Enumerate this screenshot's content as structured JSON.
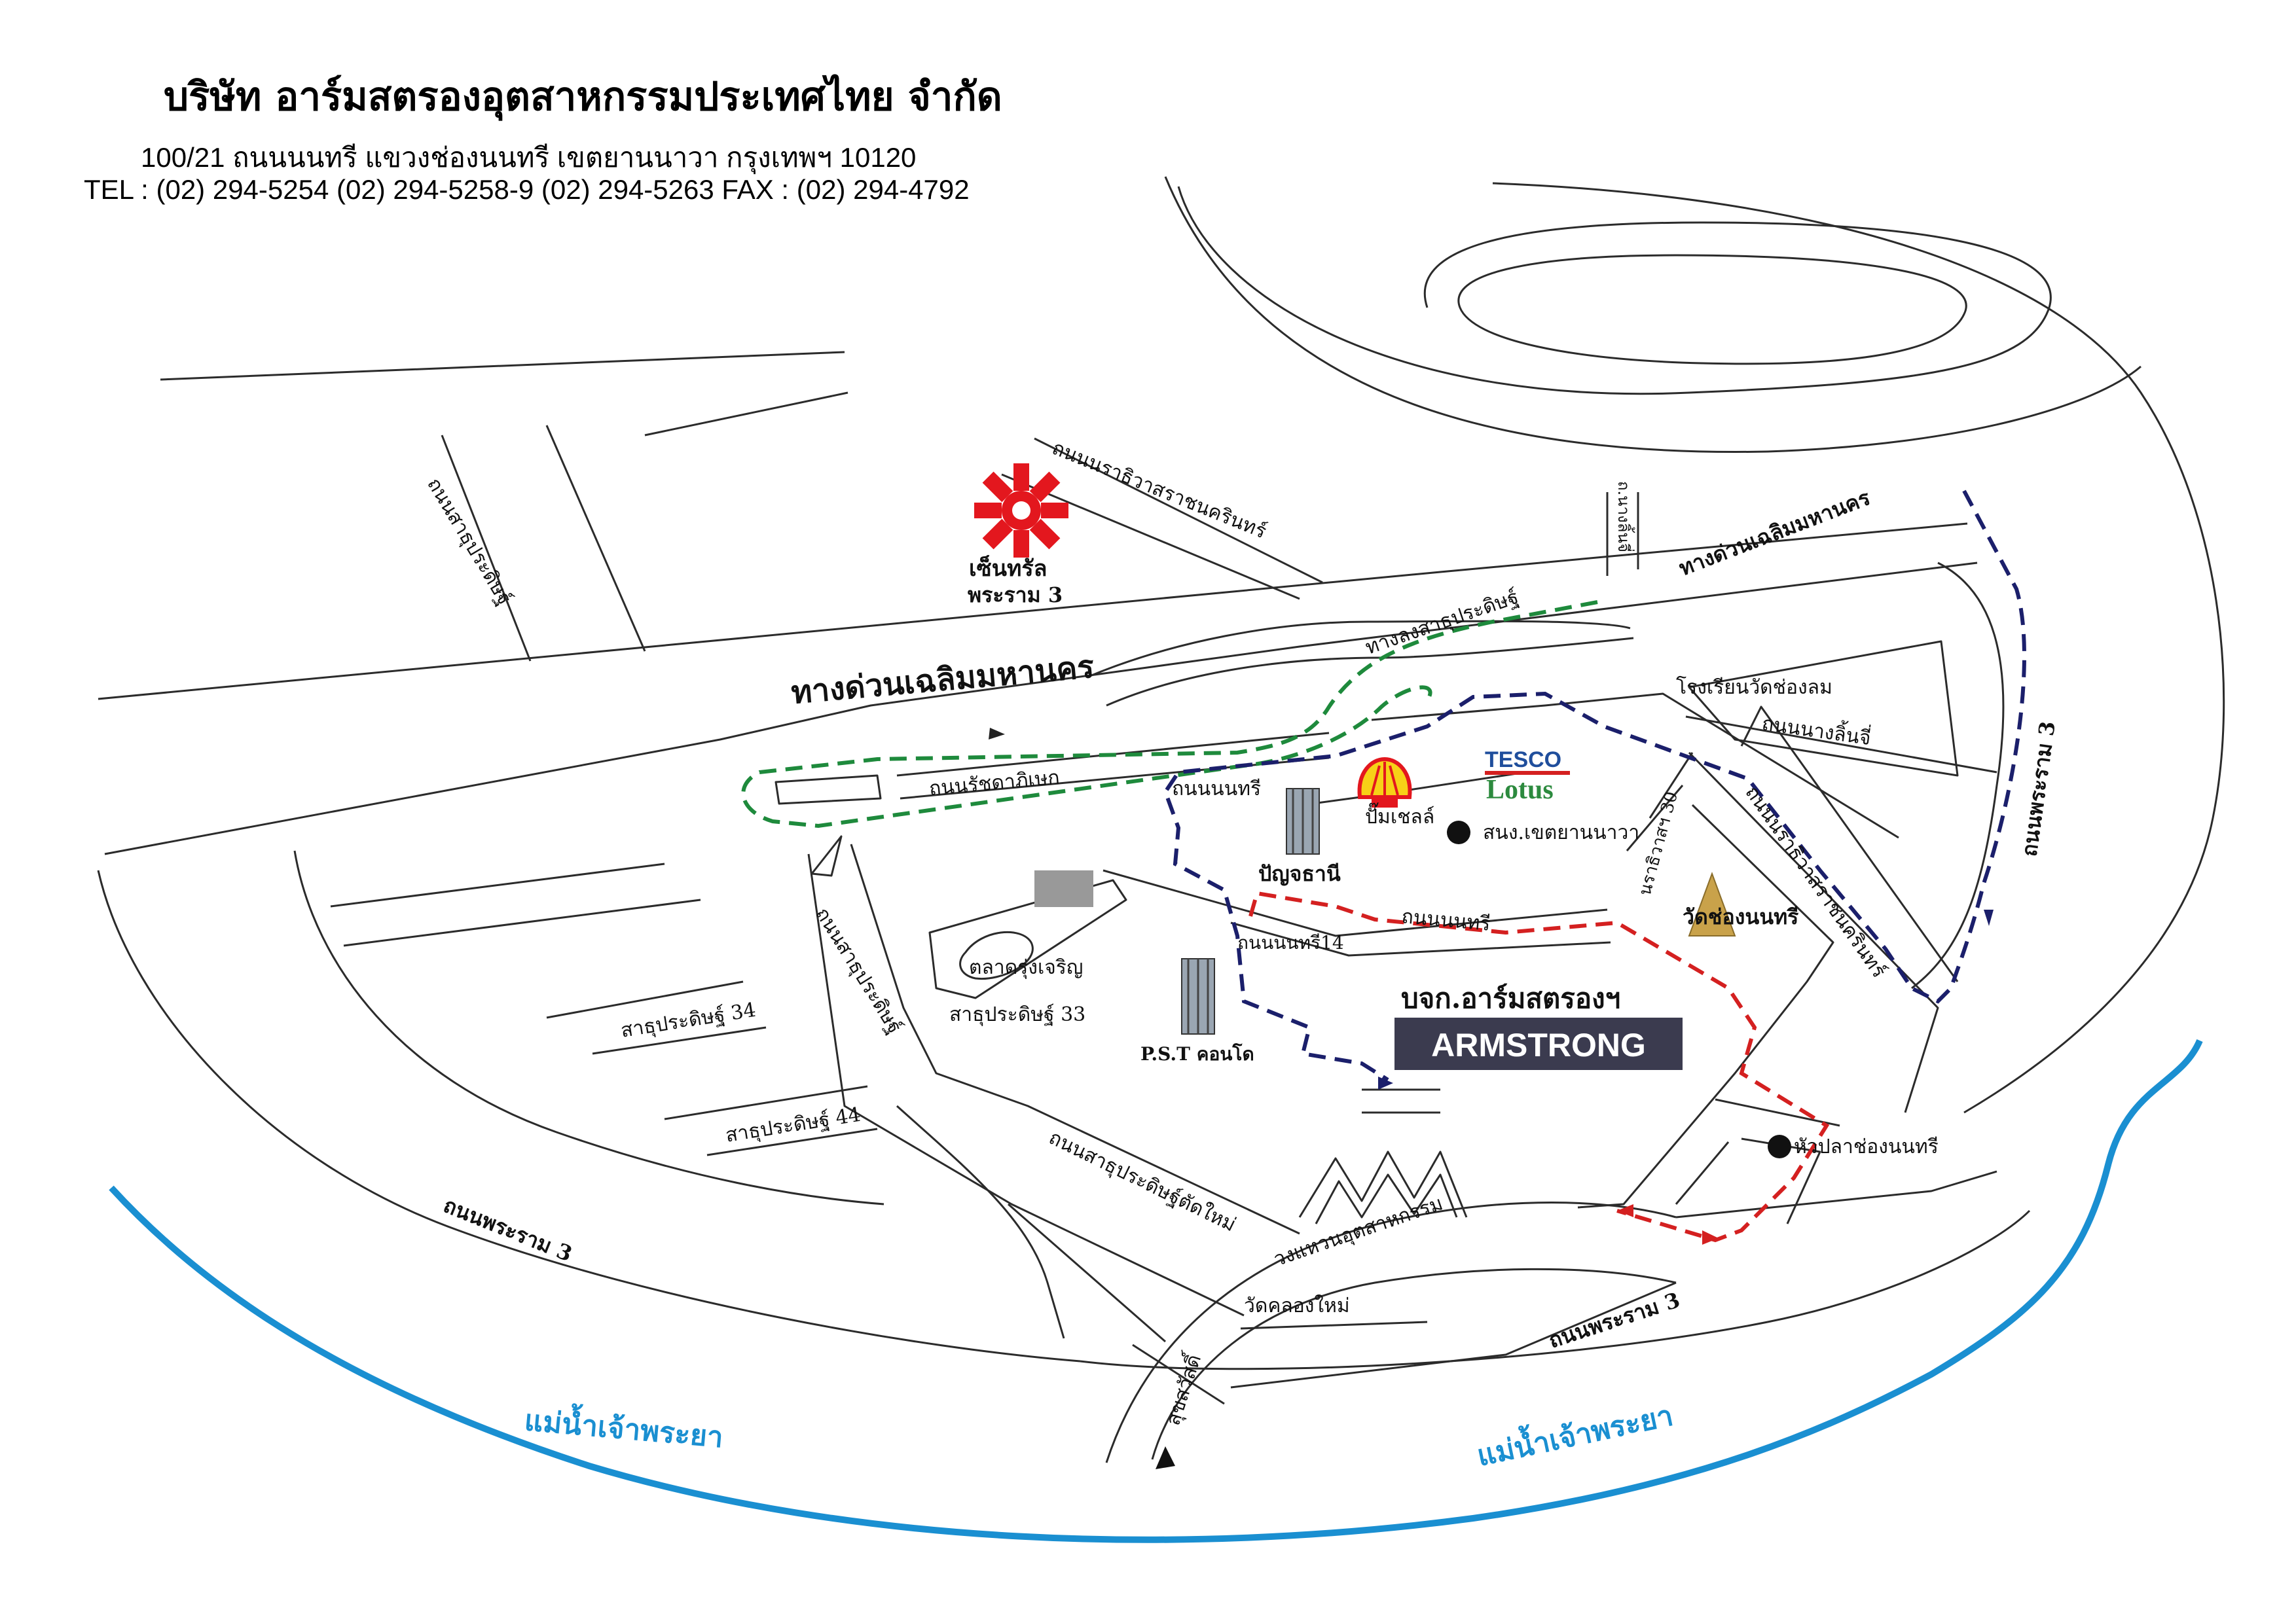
{
  "header": {
    "company": "บริษัท อาร์มสตรองอุตสาหกรรมประเทศไทย จำกัด",
    "address": "100/21 ถนนนนทรี แขวงช่องนนทรี เขตยานนาวา กรุงเทพฯ 10120",
    "phones": "TEL : (02) 294-5254  (02) 294-5258-9  (02) 294-5263  FAX : (02) 294-4792"
  },
  "roads": {
    "expressway_main": "ทางด่วนเฉลิมมหานคร",
    "expressway_right": "ทางด่วนเฉลิมมหานคร",
    "sathu_pradit_top": "ถนนสาธุประดิษฐ์",
    "narathiwat_top": "ถนนนราธิวาสราชนครินทร์",
    "nang_linchi_small": "ถ.นางลิ้นจี่",
    "exit_sathu_pradit": "ทางลงสาธุประดิษฐ์",
    "rachadaphisek": "ถนนรัชดาภิเษก",
    "nonsi_top": "ถนนนนทรี",
    "rama3_right": "ถนนพระราม 3",
    "nang_linchi": "ถนนนางลิ้นจี่",
    "narathiwat_30": "นราธิวาสฯ 30",
    "narathiwat_mid": "ถนนนราธิวาสราชนครินทร์",
    "nonsi_mid": "ถนนนนทรี",
    "nonsi_14": "ถนนนนทรี14",
    "sathu_pradit_main": "ถนนสาธุประดิษฐ์",
    "sathu_34": "สาธุประดิษฐ์ 34",
    "sathu_33": "สาธุประดิษฐ์ 33",
    "sathu_44": "สาธุประดิษฐ์ 44",
    "rama3_left": "ถนนพระราม 3",
    "sathu_cut": "ถนนสาธุประดิษฐ์ตัดใหม่",
    "industrial_ring": "วงแหวนอุตสาหกรรม",
    "rama3_bottom": "ถนนพระราม 3",
    "suksawat": "สุขสวัสดิ์"
  },
  "landmarks": {
    "central_brand": "เซ็นทรัล",
    "central_branch": "พระราม 3",
    "school": "โรงเรียนวัดช่องลม",
    "tesco_top": "TESCO",
    "tesco_bottom": "Lotus",
    "shell": "ปั๊มเชลล์",
    "district_office": "สนง.เขตยานนาวา",
    "panyathani": "ปัญจธานี",
    "temple": "วัดช่องนนทรี",
    "market": "ตลาดรุ่งเจริญ",
    "pst": "P.S.T คอนโด",
    "hua_pla": "หัวปลาช่องนนทรี",
    "wat_khlong_mai": "วัดคลองใหม่"
  },
  "destination": {
    "thai_name": "บจก.อาร์มสตรองฯ",
    "brand": "ARMSTRONG"
  },
  "river": {
    "left": "แม่น้ำเจ้าพระยา",
    "right": "แม่น้ำเจ้าพระยา"
  },
  "colors": {
    "river": "#1a8fd1",
    "route_green": "#1e8a3c",
    "route_red": "#d42020",
    "route_navy": "#1b1f6b",
    "central_red": "#e3171e",
    "shell_yellow": "#f7d117",
    "tesco_blue": "#1f4e9c",
    "tesco_green": "#2c8a3e",
    "brand_box": "#3b3b4f",
    "temple_gold": "#c9a24a"
  },
  "icons": [
    "central-logo-icon",
    "shell-icon",
    "tesco-lotus-icon",
    "temple-icon",
    "building-icon",
    "dot-icon",
    "direction-arrow-icon"
  ]
}
